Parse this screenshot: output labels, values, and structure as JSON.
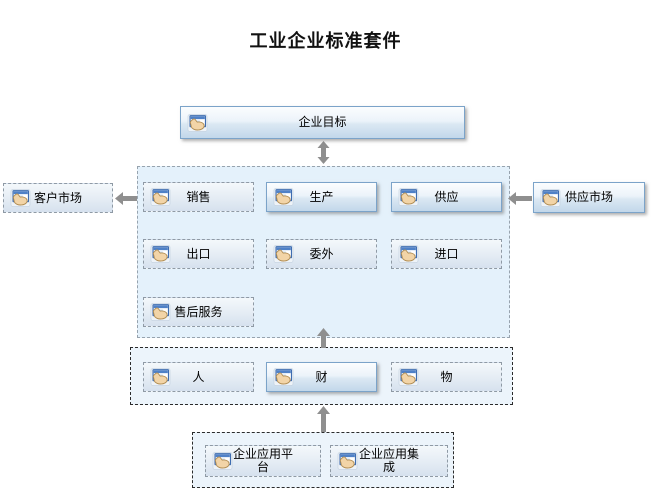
{
  "title": "工业企业标准套件",
  "diagram": {
    "goal": {
      "label": "企业目标"
    },
    "customer_market": {
      "label": "客户市场"
    },
    "supply_market": {
      "label": "供应市场"
    },
    "business": {
      "row1": [
        {
          "label": "销售"
        },
        {
          "label": "生产"
        },
        {
          "label": "供应"
        }
      ],
      "row2": [
        {
          "label": "出口"
        },
        {
          "label": "委外"
        },
        {
          "label": "进口"
        }
      ],
      "row3": [
        {
          "label": "售后服务"
        }
      ]
    },
    "resources": [
      {
        "label": "人"
      },
      {
        "label": "财"
      },
      {
        "label": "物"
      }
    ],
    "platform": [
      {
        "label": "企业应用平台"
      },
      {
        "label": "企业应用集成"
      }
    ]
  },
  "icons": {
    "node_icon": "form-hand-icon"
  },
  "colors": {
    "solid_border_blue": "#7ba3c9",
    "dashed_border_gray": "#8f9aa5",
    "container_blue_bg": "#e4f1fb",
    "container_black_border": "#2b2b2b",
    "arrow_gray": "#8f8f8f",
    "title_color": "#111111"
  }
}
